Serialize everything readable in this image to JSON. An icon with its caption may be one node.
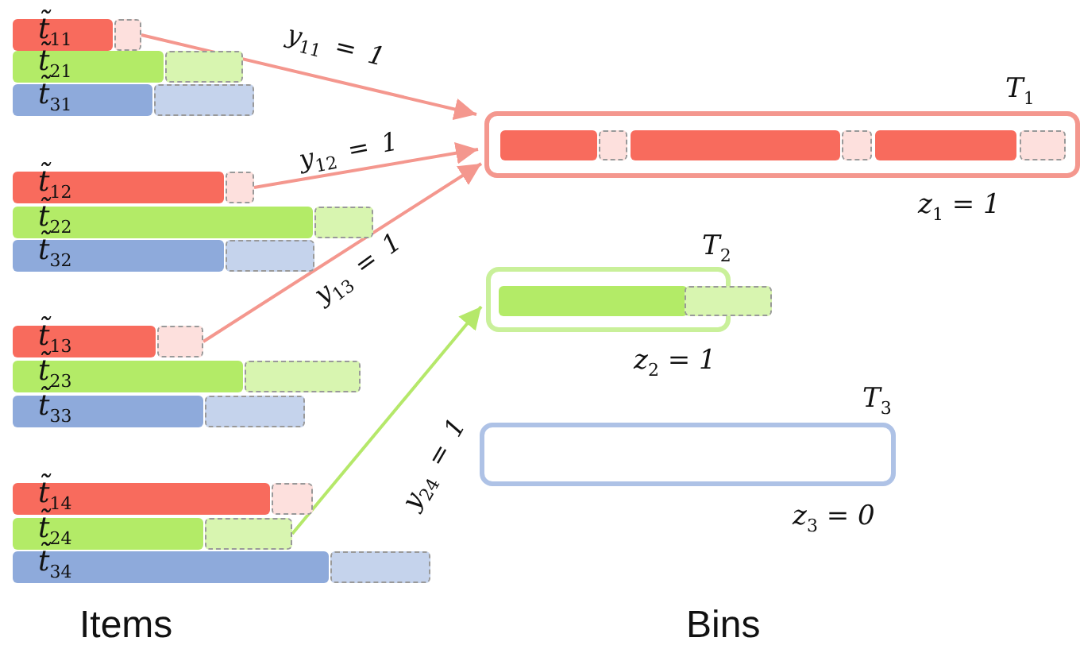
{
  "diagram": {
    "nodes": [
      {
        "text": [
          "t̃$_{11}$"
        ]
      },
      {
        "text": [],
        "shape": "box"
      },
      {
        "text": [
          "t̃$_{21}$"
        ]
      },
      {
        "text": [],
        "shape": "box"
      },
      {
        "text": [
          "t̃$_{31}$"
        ]
      },
      {
        "text": [],
        "shape": "box"
      },
      {
        "text": [
          "t̃$_{12}$"
        ]
      },
      {
        "text": [],
        "shape": "box"
      },
      {
        "text": [
          "t̃$_{22}$"
        ]
      },
      {
        "text": [],
        "shape": "box"
      },
      {
        "text": [
          "t̃$_{32}$"
        ]
      },
      {
        "text": [],
        "shape": "box"
      },
      {
        "text": [
          "t̃$_{13}$"
        ]
      },
      {
        "text": [],
        "shape": "box"
      },
      {
        "text": [
          "t̃$_{23}$"
        ]
      },
      {
        "text": [],
        "shape": "box"
      },
      {
        "text": [
          "t̃$_{33}$"
        ]
      },
      {
        "text": [],
        "shape": "box"
      },
      {
        "text": [
          "t̃$_{14}$"
        ]
      },
      {
        "text": [],
        "shape": "box"
      },
      {
        "text": [
          "t̃$_{24}$"
        ]
      },
      {
        "text": [],
        "shape": "box"
      },
      {
        "text": [
          "t̃$_{34}$"
        ]
      },
      {
        "text": [],
        "shape": "box"
      },
      {
        "text": [
          "T$_{1}$"
        ],
        "beside": [
          "z$_{1}$ = 1"
        ]
      },
      {
        "text": [],
        "shape": "bar",
        "in": 24
      },
      {
        "text": [],
        "shape": "box",
        "in": 24
      },
      {
        "text": [],
        "shape": "bar",
        "in": 24
      },
      {
        "text": [],
        "shape": "box",
        "in": 24
      },
      {
        "text": [],
        "shape": "bar",
        "in": 24
      },
      {
        "text": [],
        "shape": "box",
        "in": 24
      },
      {
        "text": [
          "T$_{2}$"
        ],
        "beside": [
          "z$_{2}$ = 1"
        ]
      },
      {
        "text": [],
        "shape": "bar",
        "in": 31
      },
      {
        "text": [],
        "shape": "box"
      },
      {
        "text": [
          "T$_{3}$"
        ],
        "beside": [
          "z$_{3}$ = 0"
        ]
      }
    ],
    "edges": [
      {
        "from": 1,
        "to": 24,
        "arrow": "to",
        "label": "y$_{11}$ = 1"
      },
      {
        "from": 7,
        "to": 24,
        "arrow": "to",
        "label": "y$_{12}$ = 1"
      },
      {
        "from": 13,
        "to": 24,
        "arrow": "to",
        "label": "y$_{13}$ = 1"
      },
      {
        "from": 21,
        "to": 31,
        "arrow": "to",
        "label": "y$_{24}$ = 1",
        "color": "#b5e86a"
      }
    ],
    "labels": [
      "Items",
      "Bins"
    ]
  }
}
